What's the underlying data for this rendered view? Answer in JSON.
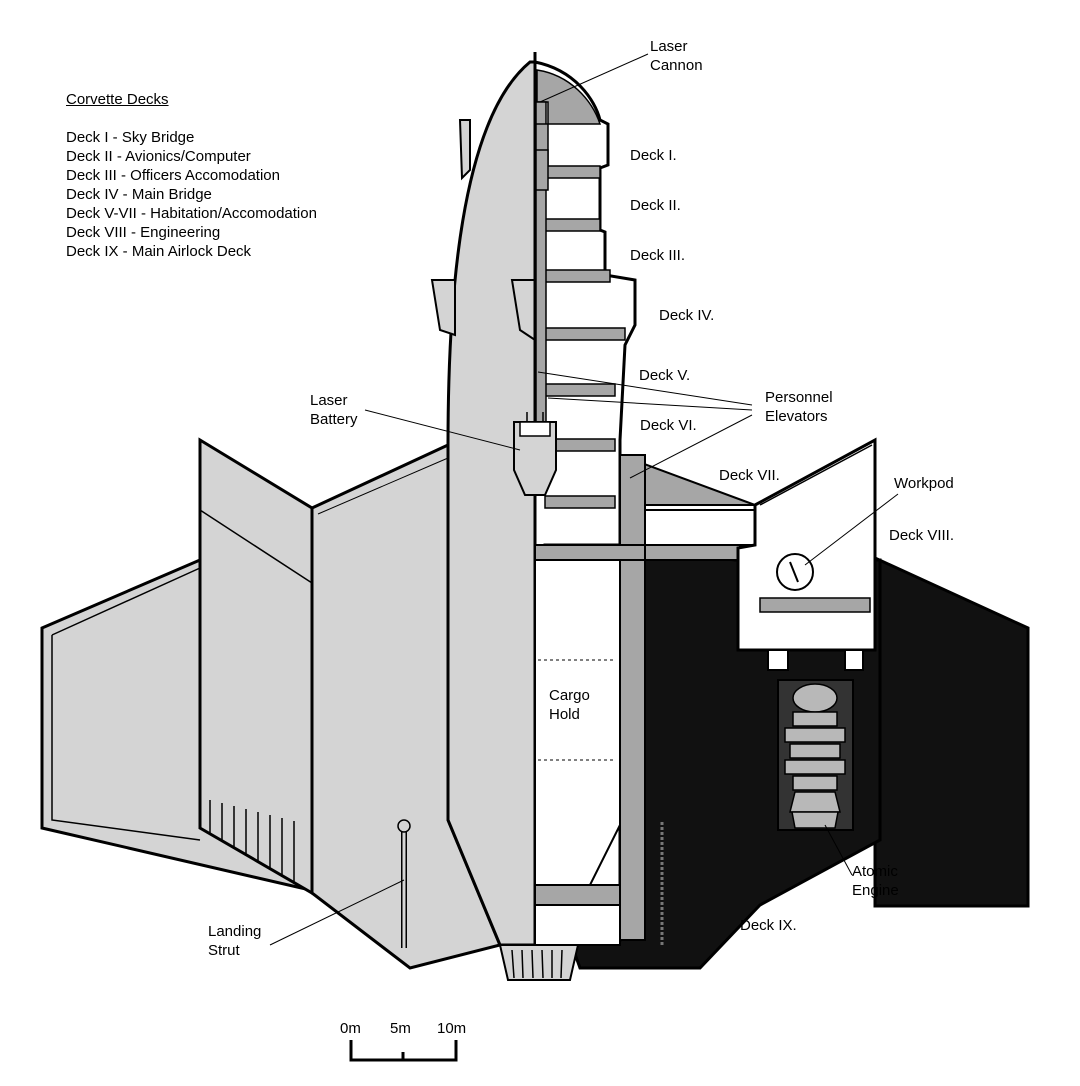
{
  "legend": {
    "title": "Corvette Decks",
    "items": [
      "Deck I - Sky Bridge",
      "Deck II - Avionics/Computer",
      "Deck III - Officers Accomodation",
      "Deck IV - Main Bridge",
      "Deck V-VII - Habitation/Accomodation",
      "Deck VIII - Engineering",
      "Deck IX - Main Airlock Deck"
    ]
  },
  "decks": [
    "Deck I.",
    "Deck II.",
    "Deck III.",
    "Deck IV.",
    "Deck V.",
    "Deck VI.",
    "Deck VII.",
    "Deck VIII.",
    "Deck IX."
  ],
  "callouts": {
    "laser_cannon": [
      "Laser",
      "Cannon"
    ],
    "laser_battery": [
      "Laser",
      "Battery"
    ],
    "personnel_elevators": [
      "Personnel",
      "Elevators"
    ],
    "workpod": "Workpod",
    "cargo_hold": [
      "Cargo",
      "Hold"
    ],
    "atomic_engine": [
      "Atomic",
      "Engine"
    ],
    "landing_strut": [
      "Landing",
      "Strut"
    ]
  },
  "scale": {
    "ticks": [
      "0m",
      "5m",
      "10m"
    ]
  },
  "colors": {
    "hull_light": "#d4d4d4",
    "hull_mid": "#a6a6a6",
    "dark": "#111111",
    "outline": "#000000"
  }
}
